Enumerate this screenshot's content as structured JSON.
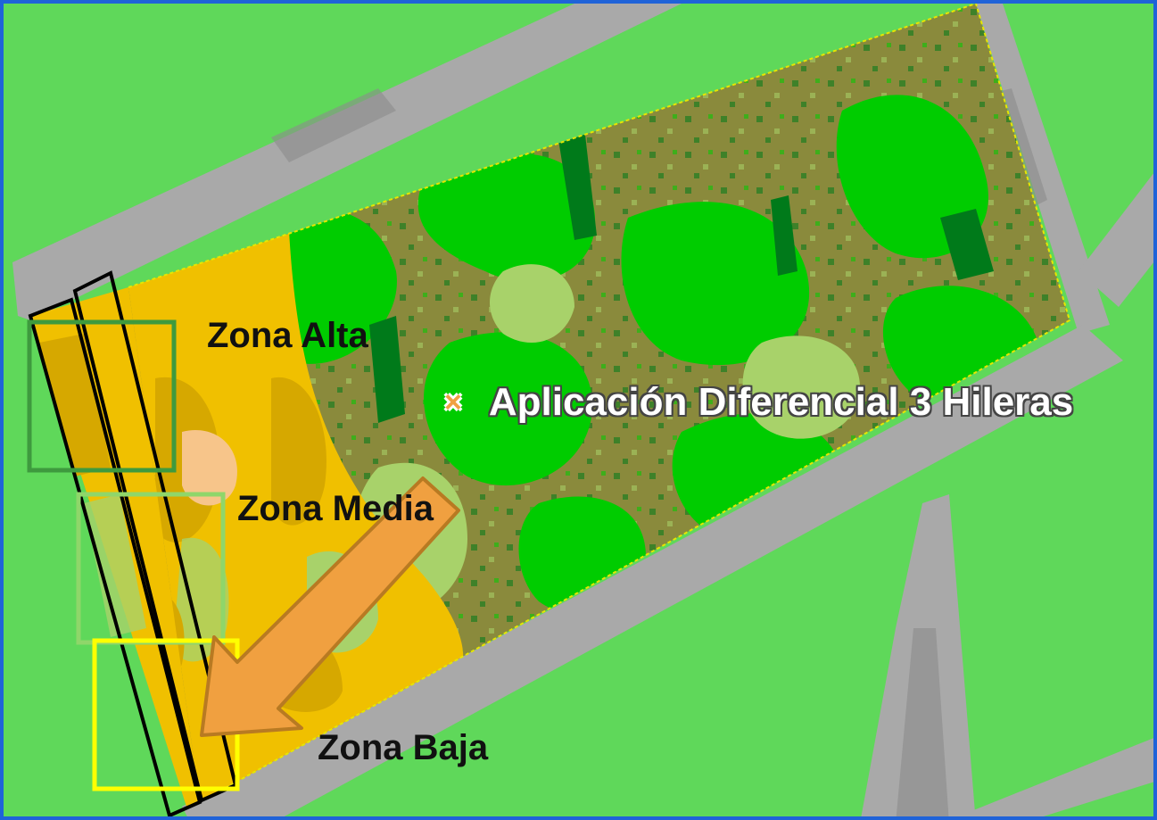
{
  "zones": {
    "alta": "Zona Alta",
    "media": "Zona Media",
    "baja": "Zona Baja"
  },
  "legend": {
    "marker": "×",
    "label": "Aplicación Diferencial 3 Hileras"
  },
  "colors": {
    "background": "#5fd85a",
    "border": "#1f63d8",
    "road": "#a9a9a9",
    "field_dark_olive": "#8a8a3c",
    "field_green": "#00cc00",
    "field_dark_green": "#007a1a",
    "field_light_green": "#a8d26a",
    "field_yellow": "#f0c000",
    "field_gold": "#d6a800",
    "field_peach": "#f7c58a",
    "arrow": "#f0a040",
    "box_alta": "#3e9a3e",
    "box_media": "#8fd66a",
    "box_baja": "#ffff00",
    "legend_marker": "#f0a040"
  }
}
